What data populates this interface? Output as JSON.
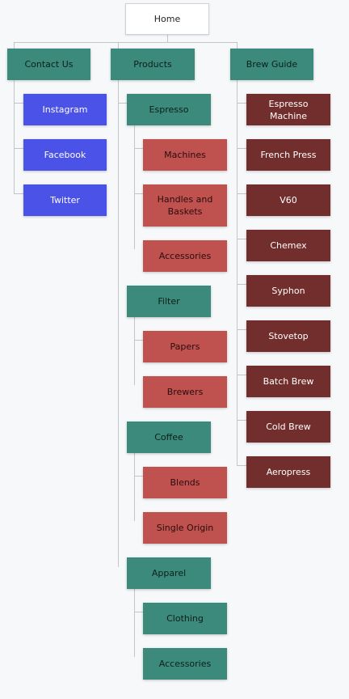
{
  "sitemap": {
    "home": "Home",
    "contact": {
      "label": "Contact Us",
      "children": [
        "Instagram",
        "Facebook",
        "Twitter"
      ]
    },
    "products": {
      "label": "Products",
      "espresso": {
        "label": "Espresso",
        "children": [
          "Machines",
          "Handles and Baskets",
          "Accessories"
        ]
      },
      "filter": {
        "label": "Filter",
        "children": [
          "Papers",
          "Brewers"
        ]
      },
      "coffee": {
        "label": "Coffee",
        "children": [
          "Blends",
          "Single Origin"
        ]
      },
      "apparel": {
        "label": "Apparel",
        "children": [
          "Clothing",
          "Accessories"
        ]
      }
    },
    "brew_guide": {
      "label": "Brew Guide",
      "children": [
        "Espresso Machine",
        "French Press",
        "V60",
        "Chemex",
        "Syphon",
        "Stovetop",
        "Batch Brew",
        "Cold Brew",
        "Aeropress"
      ]
    }
  },
  "colors": {
    "background": "#f6f8fa",
    "home": "#ffffff",
    "section": "#3b8a7b",
    "social": "#4a52e8",
    "product_leaf": "#bf514f",
    "guide_leaf": "#722e2c",
    "connector": "#c3c6c9"
  }
}
